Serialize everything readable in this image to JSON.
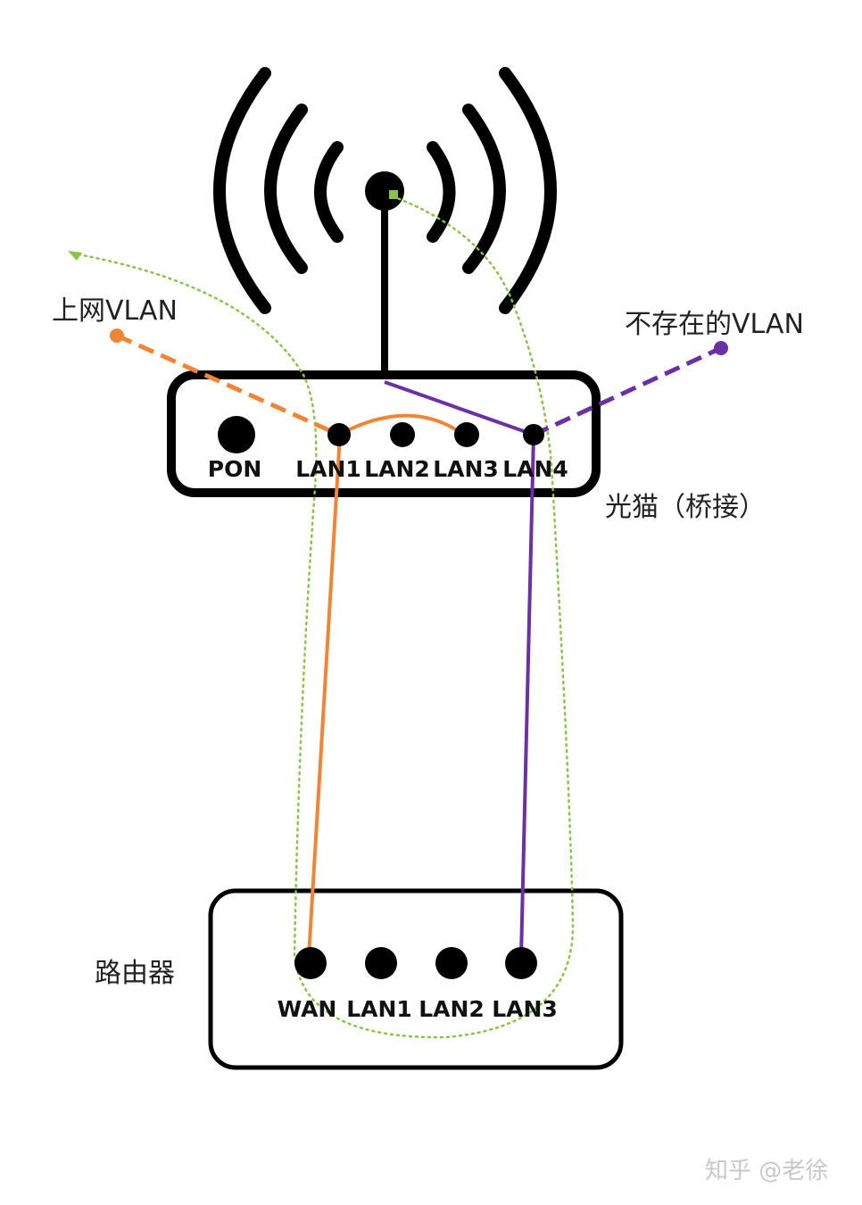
{
  "labels": {
    "internet_vlan": "上网VLAN",
    "nonexistent_vlan": "不存在的VLAN",
    "modem": "光猫（桥接）",
    "router": "路由器",
    "watermark": "知乎 @老徐"
  },
  "modem_ports": [
    "PON",
    "LAN1",
    "LAN2",
    "LAN3",
    "LAN4"
  ],
  "router_ports": [
    "WAN",
    "LAN1",
    "LAN2",
    "LAN3"
  ],
  "colors": {
    "internet_vlan": "#ef8535",
    "nonexistent_vlan": "#6b2fa6",
    "dotted_path": "#8bc34a",
    "device": "#000000"
  }
}
